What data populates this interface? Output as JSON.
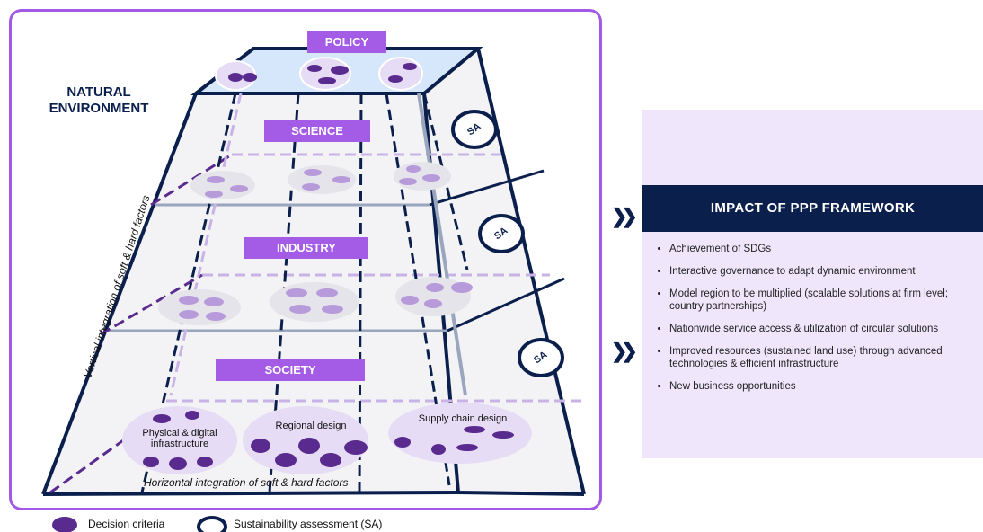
{
  "diagram": {
    "natural_environment": "NATURAL\nENVIRONMENT",
    "layers": {
      "policy": "POLICY",
      "science": "SCIENCE",
      "industry": "INDUSTRY",
      "society": "SOCIETY"
    },
    "sa_label": "SA",
    "cells": {
      "physical": "Physical & digital\ninfrastructure",
      "regional": "Regional design",
      "supply": "Supply chain design"
    },
    "vertical_axis": "Vertical integration of soft & hard factors",
    "horizontal_axis": "Horizontal integration of soft & hard factors"
  },
  "legend": {
    "decision": "Decision criteria",
    "sa": "Sustainability assessment (SA)"
  },
  "panel": {
    "title": "IMPACT OF PPP  FRAMEWORK",
    "items": [
      "Achievement of SDGs",
      "Interactive governance to adapt dynamic environment",
      "Model region to be multiplied (scalable solutions at firm level; country partnerships)",
      "Nationwide service access & utilization of circular solutions",
      "Improved resources (sustained land use) through advanced technologies & efficient infrastructure",
      "New business opportunities"
    ]
  },
  "colors": {
    "navy": "#0b1f4d",
    "purple": "#a45be6",
    "dark_purple": "#5a2b8f",
    "light_purple": "#c9b3e6",
    "panel_bg": "#efe6fb"
  },
  "icons": [
    "cycle-gear-icon",
    "double-chevron-right-icon"
  ]
}
